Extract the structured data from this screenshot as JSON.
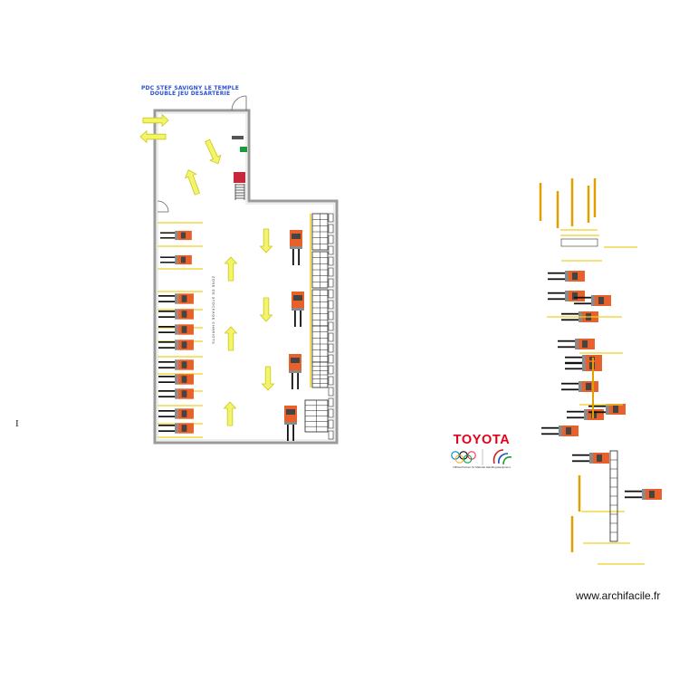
{
  "title_lines": [
    "PDC STEF SAVIGNY LE TEMPLE",
    "DOUBLE JEU DESARTERIE"
  ],
  "zone_label": "ZONE DE STOCKAGE CHARIOTS",
  "cursor_text": "I",
  "logo": {
    "brand": "TOYOTA",
    "subtitle": "Official Partner for Material Handling Equipment"
  },
  "watermark": "www.archifacile.fr",
  "icons": [
    "direction-arrow-icon",
    "forklift-icon",
    "olympic-rings-icon",
    "paralympic-agitos-icon"
  ],
  "colors": {
    "wall": "#9a9a9a",
    "arrow_fill": "#f4f46a",
    "arrow_stroke": "#c8c81a",
    "forklift_orange": "#e8612a",
    "forklift_gray": "#8a8a8a",
    "bay_line": "#f0d020",
    "post": "#e0a000",
    "title": "#2a4fd8",
    "brand_red": "#e2001a"
  }
}
